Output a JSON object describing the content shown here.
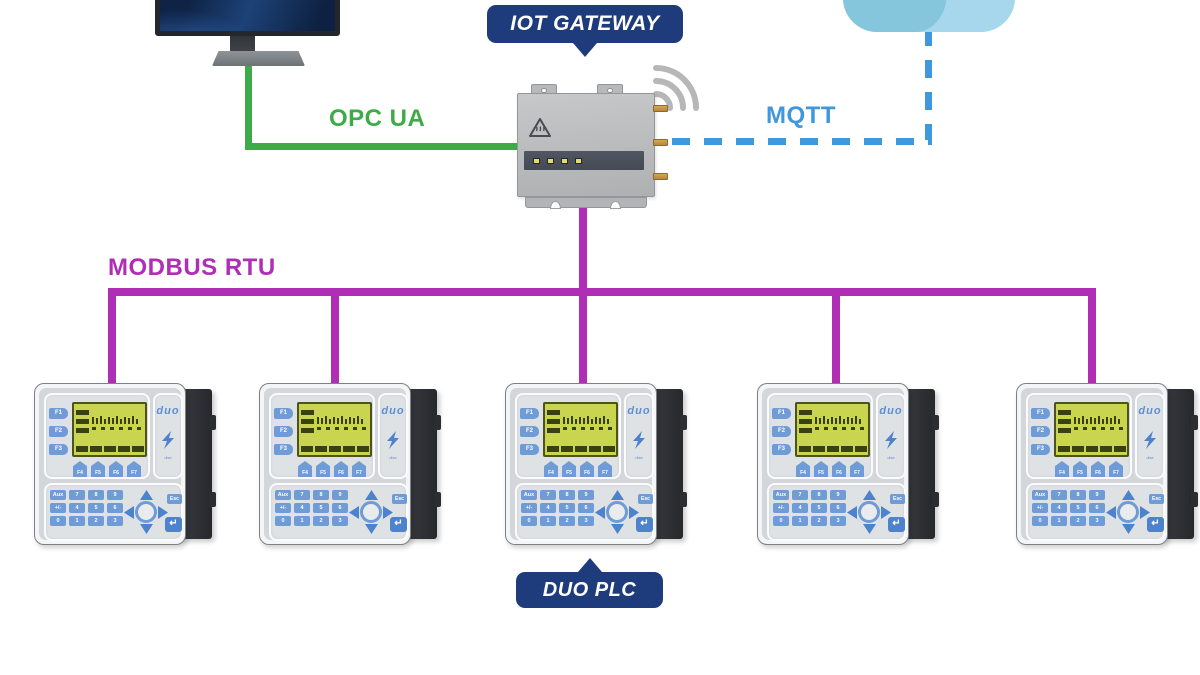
{
  "badges": {
    "gateway": "IOT GATEWAY",
    "plc": "DUO PLC"
  },
  "connections": {
    "opc_ua_label": "OPC UA",
    "mqtt_label": "MQTT",
    "modbus_label": "MODBUS RTU"
  },
  "colors": {
    "green": "#3dac48",
    "blue": "#3f97dc",
    "purple": "#b02eb5",
    "navy": "#1e3c7c",
    "cloud-light": "#a7d7ed",
    "cloud-dark": "#85c6dc",
    "lcd": "#c9d54e",
    "key": "#6f9bd6"
  },
  "gateway": {
    "led_count": 4,
    "antenna_count": 3
  },
  "plc": {
    "count": 5,
    "brand": "duo",
    "brand_sub": "dise",
    "fkeys_left": [
      "F1",
      "F2",
      "F3"
    ],
    "fkeys_bottom": [
      "F4",
      "F5",
      "F6",
      "F7"
    ],
    "keypad": [
      [
        "Aux",
        "7",
        "8",
        "9"
      ],
      [
        "+/-",
        "4",
        "5",
        "6"
      ],
      [
        "0",
        "1",
        "2",
        "3"
      ]
    ],
    "esc_label": "Esc",
    "enter_label": "↵"
  }
}
